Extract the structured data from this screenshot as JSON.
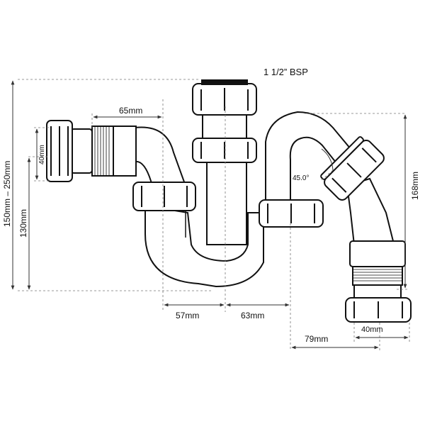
{
  "labels": {
    "bsp": "1 1/2” BSP",
    "dim_65": "65mm",
    "dim_40_left": "40mm",
    "dim_150_250": "150mm – 250mm",
    "dim_130": "130mm",
    "dim_57": "57mm",
    "dim_63": "63mm",
    "dim_79": "79mm",
    "dim_40_bottom": "40mm",
    "dim_168": "168mm",
    "angle": "45.0°"
  }
}
